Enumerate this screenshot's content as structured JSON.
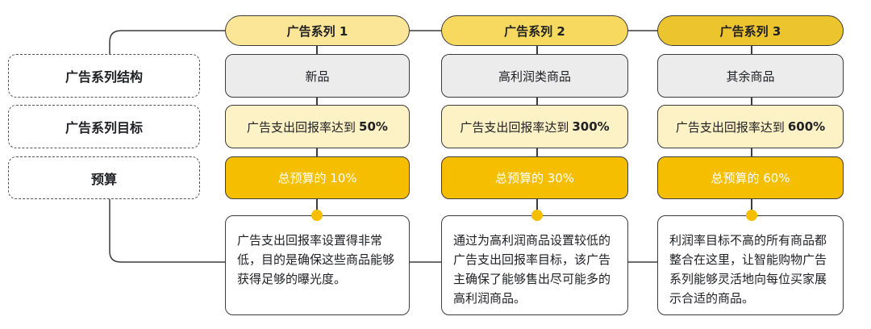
{
  "colors": {
    "header_1": "#fbe596",
    "header_2": "#f8d960",
    "header_3": "#ebc42e",
    "structure_bg": "#ececec",
    "goal_bg": "#fdf1c6",
    "budget_bg": "#f5bf00",
    "dot": "#f5bf00",
    "border": "#3c3c3c"
  },
  "row_labels": {
    "structure": "广告系列结构",
    "goal": "广告系列目标",
    "budget": "预算"
  },
  "campaigns": [
    {
      "title": "广告系列 1",
      "structure": "新品",
      "goal_prefix": "广告支出回报率达到",
      "goal_value": "50%",
      "budget": "总预算的 10%",
      "description": "广告支出回报率设置得非常低，目的是确保这些商品能够获得足够的曝光度。"
    },
    {
      "title": "广告系列 2",
      "structure": "高利润类商品",
      "goal_prefix": "广告支出回报率达到",
      "goal_value": "300%",
      "budget": "总预算的 30%",
      "description": "通过为高利润商品设置较低的广告支出回报率目标，该广告主确保了能够售出尽可能多的高利润商品。"
    },
    {
      "title": "广告系列 3",
      "structure": "其余商品",
      "goal_prefix": "广告支出回报率达到",
      "goal_value": "600%",
      "budget": "总预算的 60%",
      "description": "利润率目标不高的所有商品都整合在这里，让智能购物广告系列能够灵活地向每位买家展示合适的商品。"
    }
  ]
}
